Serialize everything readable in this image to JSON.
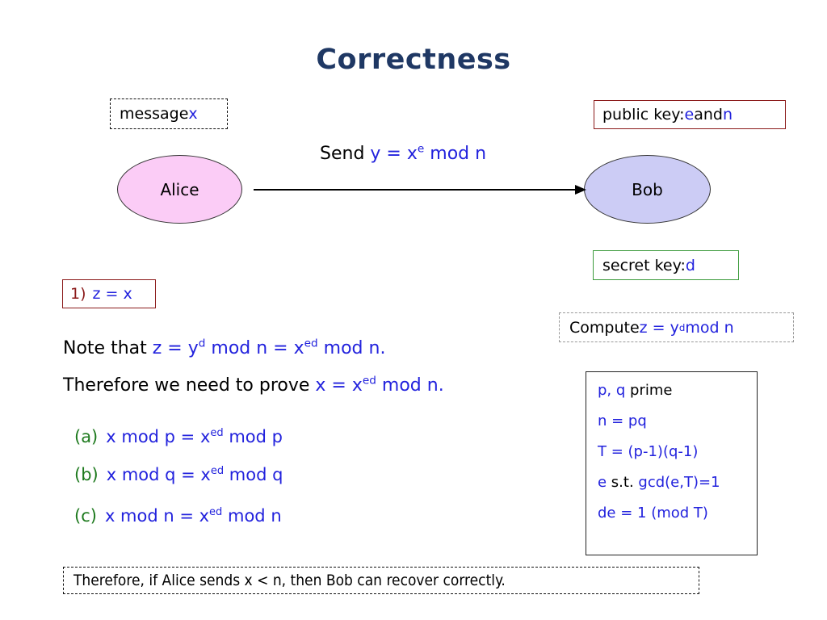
{
  "slide": {
    "title": "Correctness"
  },
  "message_box": {
    "label": "message ",
    "var": "x"
  },
  "public_key_box": {
    "label": "public key: ",
    "var1": "e",
    "mid": " and ",
    "var2": "n"
  },
  "secret_key_box": {
    "label": "secret key: ",
    "var": "d"
  },
  "nodes": {
    "alice": "Alice",
    "bob": "Bob",
    "alice_color": "#FBCCF6",
    "bob_color": "#CCCCF5"
  },
  "arrow": {
    "label_prefix": "Send ",
    "formula_lhs": "y = x",
    "formula_exp": "e",
    "formula_rhs": " mod n"
  },
  "step1_box": {
    "number": "1)",
    "equation": "z = x"
  },
  "compute_box": {
    "label": "Compute ",
    "eq_lhs": "z = y",
    "eq_exp": "d",
    "eq_rhs": " mod n"
  },
  "note_line": {
    "prefix": "Note that ",
    "part1": "z = y",
    "exp1": "d",
    "part2": " mod n = x",
    "exp2": "ed",
    "part3": " mod n."
  },
  "therefore_line": {
    "prefix": "Therefore we need to prove ",
    "part1": "x = x",
    "exp1": "ed",
    "part2": " mod n."
  },
  "sub_items": [
    {
      "tag": "(a)",
      "lhs": "x mod p = x",
      "exp": "ed",
      "rhs": " mod p"
    },
    {
      "tag": "(b)",
      "lhs": "x mod q = x",
      "exp": "ed",
      "rhs": " mod q"
    },
    {
      "tag": "(c)",
      "lhs": "x mod n = x",
      "exp": "ed",
      "rhs": " mod n"
    }
  ],
  "params_box": {
    "lines": [
      {
        "blue1": "p, q",
        "black": " prime",
        "blue2": ""
      },
      {
        "blue1": "n = pq",
        "black": "",
        "blue2": ""
      },
      {
        "blue1": "T = (p-1)(q-1)",
        "black": "",
        "blue2": ""
      },
      {
        "blue1": "e",
        "black": " s.t. ",
        "blue2": "gcd(e,T)=1"
      },
      {
        "blue1": "de = 1 (mod T)",
        "black": "",
        "blue2": ""
      }
    ]
  },
  "conclusion_box": {
    "text": "Therefore, if Alice sends x < n, then Bob can recover correctly."
  },
  "colors": {
    "title": "#1F3864",
    "blue": "#2222DD",
    "green": "#1E7A1E",
    "maroon": "#8B1A1A"
  }
}
